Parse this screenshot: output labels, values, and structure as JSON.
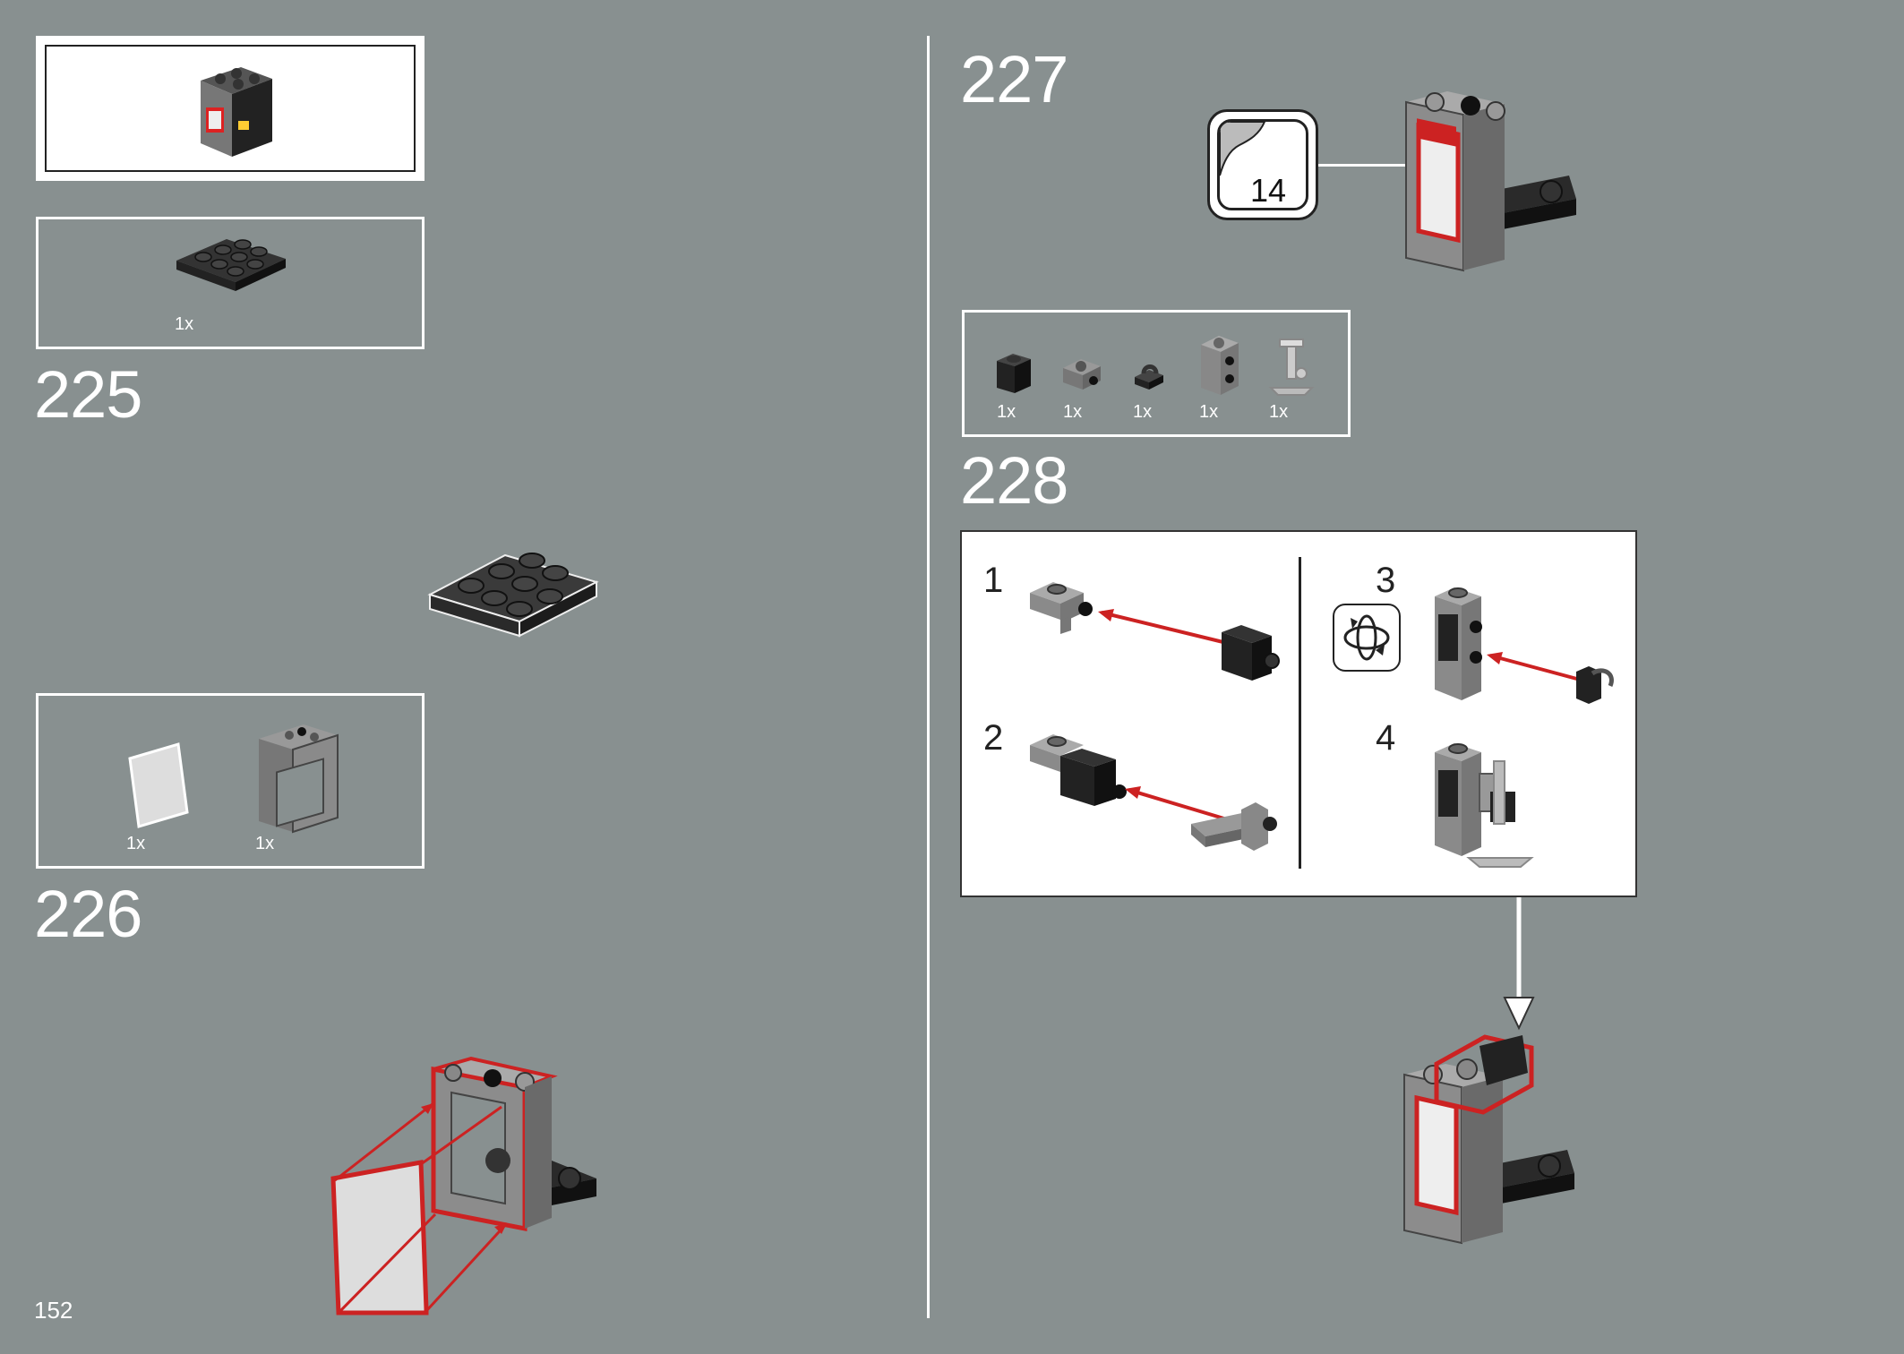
{
  "page_number": "152",
  "steps": {
    "s225": "225",
    "s226": "226",
    "s227": "227",
    "s228": "228"
  },
  "qty": {
    "plate": "1x",
    "glass": "1x",
    "frame": "1x",
    "p227_1": "1x",
    "p227_2": "1x",
    "p227_3": "1x",
    "p227_4": "1x",
    "p227_5": "1x"
  },
  "sticker_number": "14",
  "substeps": [
    "1",
    "2",
    "3",
    "4"
  ],
  "colors": {
    "background": "#889090",
    "accent_red": "#cc2222",
    "brick_dark": "#2a2a2a",
    "brick_gray": "#8c8c8c"
  },
  "icons": [
    "rotate-icon",
    "sticker-icon",
    "arrow-down-icon"
  ]
}
